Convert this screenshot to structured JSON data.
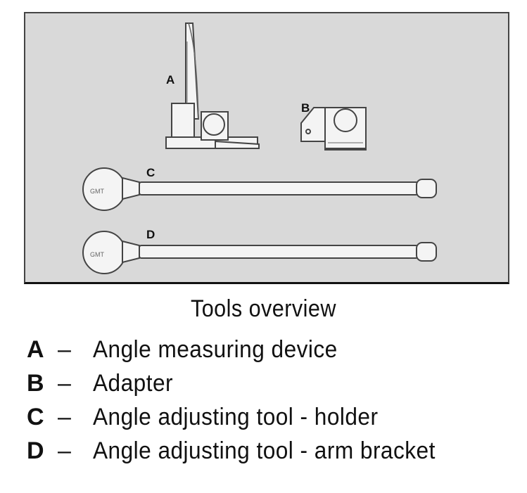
{
  "figure": {
    "callouts": [
      "A",
      "B",
      "C",
      "D"
    ]
  },
  "caption": "Tools overview",
  "legend": [
    {
      "letter": "A",
      "dash": "–",
      "text": "Angle measuring device"
    },
    {
      "letter": "B",
      "dash": "–",
      "text": "Adapter"
    },
    {
      "letter": "C",
      "dash": "–",
      "text": "Angle adjusting tool - holder"
    },
    {
      "letter": "D",
      "dash": "–",
      "text": "Angle adjusting tool - arm bracket"
    }
  ]
}
